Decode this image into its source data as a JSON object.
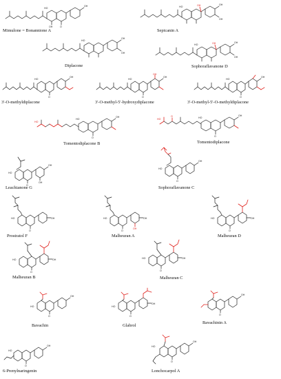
{
  "colors": {
    "bond": "#222222",
    "highlight": "#e0201b",
    "background": "#ffffff"
  },
  "atom_labels": {
    "hydroxyl": "HO",
    "hydroxyl_right": "OH",
    "ring_oxygen": "O"
  },
  "compounds": [
    {
      "id": "mimulone",
      "label": "Mimulone = Bonannione A",
      "chain": "geranyl",
      "methoxy": 0,
      "extra_oh": false,
      "variant": "bonannione"
    },
    {
      "id": "sepicanin-a",
      "label": "Sepicanin A",
      "chain": "geranyl",
      "methoxy": 0,
      "extra_oh": true,
      "variant": "sepicanin"
    },
    {
      "id": "diplacone",
      "label": "Diplacone",
      "chain": "geranyl",
      "methoxy": 0,
      "extra_oh": true,
      "variant": "diplacone"
    },
    {
      "id": "sophoraflavanone-d",
      "label": "Sophoraflavanone D",
      "chain": "geranyl",
      "methoxy": 0,
      "extra_oh": true,
      "variant": "sophoraflavanone-d"
    },
    {
      "id": "methyldiplacone",
      "label": "3'-O-methyldiplacone",
      "chain": "geranyl",
      "methoxy": 1,
      "extra_oh": true,
      "variant": "methyl"
    },
    {
      "id": "methyl-hydroxydiplacone",
      "label": "3'-O-methyl-5'-hydroxydiplacone",
      "chain": "geranyl",
      "methoxy": 1,
      "extra_oh": true,
      "variant": "methyl-hydroxy"
    },
    {
      "id": "methyl-methyldiplacone",
      "label": "3'-O-methyl-5'-O-methyldiplacone",
      "chain": "geranyl",
      "methoxy": 2,
      "extra_oh": true,
      "variant": "dimethyl"
    },
    {
      "id": "tomentodiplacone-b",
      "label": "Tomentodiplacone B",
      "chain": "geranyl-oh",
      "methoxy": 1,
      "extra_oh": true,
      "variant": "tomento-b"
    },
    {
      "id": "tomentodiplacone",
      "label": "Tomentodiplacone",
      "chain": "geranyl-keto",
      "methoxy": 1,
      "extra_oh": true,
      "variant": "tomento"
    },
    {
      "id": "leachianone-g",
      "label": "Leachianone G",
      "chain": "lavandulyl",
      "methoxy": 0,
      "extra_oh": true,
      "variant": "leachianone"
    },
    {
      "id": "sophoraflavanone-c",
      "label": "Sophoraflavanone C",
      "chain": "lavandulyl-long",
      "methoxy": 0,
      "extra_oh": true,
      "variant": "sophoraflavanone-c"
    },
    {
      "id": "prostratol-f",
      "label": "Prostratol F",
      "chain": "geranyl",
      "methoxy": 0,
      "extra_oh": false,
      "variant": "prostratol"
    },
    {
      "id": "malheuran-a",
      "label": "Malheuran A",
      "chain": "geranyl",
      "methoxy": 0,
      "extra_oh": true,
      "variant": "malheuran-a"
    },
    {
      "id": "malheuran-d",
      "label": "Malheuran D",
      "chain": "geranyl",
      "methoxy": 0,
      "extra_oh": true,
      "variant": "malheuran-d"
    },
    {
      "id": "malheuran-b",
      "label": "Malheuran B",
      "chain": "prenyl",
      "methoxy": 0,
      "extra_oh": true,
      "variant": "malheuran-b"
    },
    {
      "id": "malheuran-c",
      "label": "Malheuran C",
      "chain": "prenyl",
      "methoxy": 0,
      "extra_oh": true,
      "variant": "malheuran-c"
    },
    {
      "id": "bavachin",
      "label": "Bavachin",
      "chain": "prenyl",
      "methoxy": 0,
      "extra_oh": false,
      "variant": "bavachin"
    },
    {
      "id": "glabrol",
      "label": "Glabrol",
      "chain": "prenyl",
      "methoxy": 0,
      "extra_oh": false,
      "variant": "glabrol"
    },
    {
      "id": "bavachinin-a",
      "label": "Bavachinin A",
      "chain": "prenyl",
      "methoxy": 1,
      "extra_oh": false,
      "variant": "bavachinin"
    },
    {
      "id": "prenylnaringenin",
      "label": "6-Prenylnaringenin",
      "chain": "prenyl",
      "methoxy": 0,
      "extra_oh": false,
      "variant": "prenylnaringenin"
    },
    {
      "id": "lonchocarpol-a",
      "label": "Lonchocarpol A",
      "chain": "prenyl",
      "methoxy": 0,
      "extra_oh": false,
      "variant": "lonchocarpol"
    }
  ]
}
